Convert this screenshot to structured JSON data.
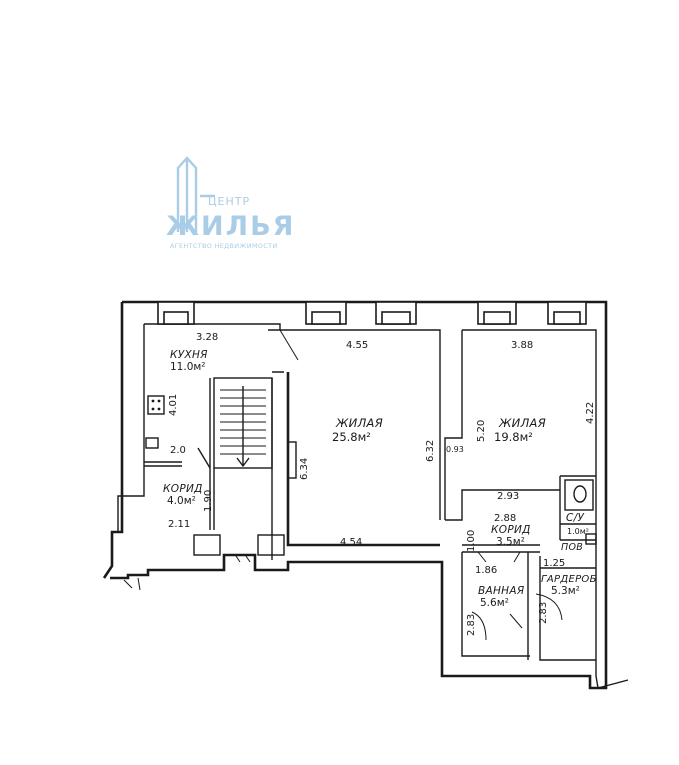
{
  "logo": {
    "line1": "ЦЕНТР",
    "line2": "ЖИЛЬЯ",
    "line3": "АГЕНТСТВО НЕДВИЖИМОСТИ",
    "color": "#a9cde6"
  },
  "rooms": {
    "kitchen": {
      "name": "КУХНЯ",
      "area": "11.0м²"
    },
    "hall1": {
      "name": "КОРИД",
      "area": "4.0м²"
    },
    "living1": {
      "name": "ЖИЛАЯ",
      "area": "25.8м²"
    },
    "living2": {
      "name": "ЖИЛАЯ",
      "area": "19.8м²"
    },
    "hall2": {
      "name": "КОРИД",
      "area": "3.5м²"
    },
    "wc": {
      "name": "С/У",
      "area": "1.0м²"
    },
    "pantry": {
      "name": "ПОВ",
      "area": ""
    },
    "bath": {
      "name": "ВАННАЯ",
      "area": "5.6м²"
    },
    "wardrobe": {
      "name": "ГАРДЕРОБ",
      "area": "5.3м²"
    }
  },
  "dimensions": {
    "kitchen_width": "3.28",
    "kitchen_height": "4.01",
    "hall1_a": "2.0",
    "hall1_b": "1.90",
    "hall1_c": "2.11",
    "living1_width": "4.55",
    "living1_height": "6.32",
    "living1_bottom": "4.54",
    "stair_width": "6.34",
    "living2_width": "3.88",
    "living2_height_left": "5.20",
    "living2_height_right": "4.22",
    "living2_bottom": "2.93",
    "living2_step": "0.93",
    "hall2_width": "2.88",
    "hall2_height": "1.00",
    "bath_width": "1.86",
    "bath_height": "2.83",
    "wardrobe_width": "1.25",
    "wardrobe_height": "2.83"
  }
}
